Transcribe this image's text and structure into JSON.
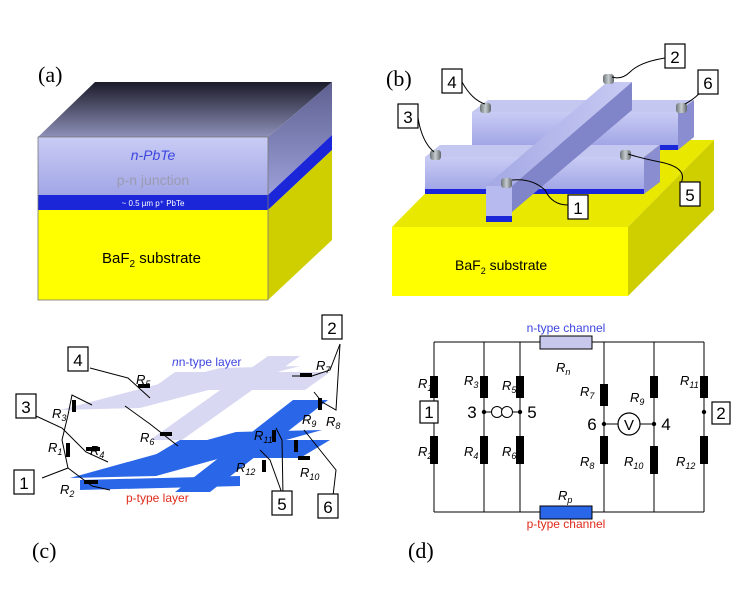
{
  "panels": {
    "a": {
      "label": "(a)",
      "n_layer": "n-PbTe",
      "junction": "p-n junction",
      "p_layer": "~ 0.5 µm p⁺ PbTe",
      "substrate_main": "BaF",
      "substrate_sub": "2",
      "substrate_rest": " substrate"
    },
    "b": {
      "label": "(b)",
      "contacts": [
        "1",
        "2",
        "3",
        "4",
        "5",
        "6"
      ],
      "substrate_main": "BaF",
      "substrate_sub": "2",
      "substrate_rest": " substrate"
    },
    "c": {
      "label": "(c)",
      "n_layer": "n-type layer",
      "p_layer": "p-type layer",
      "contacts": [
        "1",
        "2",
        "3",
        "4",
        "5",
        "6"
      ],
      "resistors": [
        "1",
        "2",
        "3",
        "4",
        "5",
        "6",
        "7",
        "8",
        "9",
        "10",
        "11",
        "12"
      ]
    },
    "d": {
      "label": "(d)",
      "n_channel": "n-type channel",
      "p_channel": "p-type channel",
      "Rn_sub": "n",
      "Rp_sub": "p",
      "contacts": [
        "1",
        "3",
        "5",
        "6",
        "4",
        "2"
      ],
      "resistors": [
        "1",
        "2",
        "3",
        "4",
        "5",
        "6",
        "7",
        "8",
        "9",
        "10",
        "11",
        "12"
      ]
    }
  },
  "colors": {
    "substrate": "#ffff00",
    "n_layer": "#b0b4ee",
    "junction_blue": "#1a26d8",
    "p_light": "#d8d8f2",
    "p_blue": "#2a66e8",
    "n_text": "#3d45e0",
    "p_text": "#e02a1a"
  }
}
